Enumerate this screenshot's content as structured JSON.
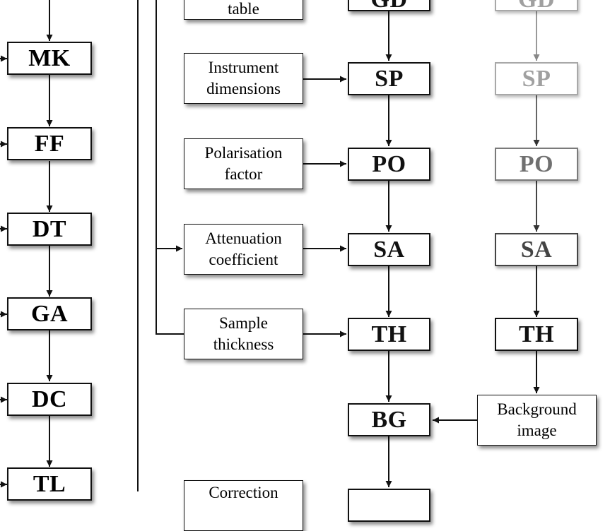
{
  "left_column": {
    "boxes": [
      "MK",
      "FF",
      "DT",
      "GA",
      "DC",
      "TL"
    ]
  },
  "middle_column": {
    "boxes": [
      "GD",
      "SP",
      "PO",
      "SA",
      "TH",
      "BG"
    ]
  },
  "right_column": {
    "boxes": [
      "GD",
      "SP",
      "PO",
      "SA",
      "TH"
    ]
  },
  "inputs": {
    "table": [
      "table"
    ],
    "instrument": [
      "Instrument",
      "dimensions"
    ],
    "polarisation": [
      "Polarisation",
      "factor"
    ],
    "attenuation": [
      "Attenuation",
      "coefficient"
    ],
    "thickness": [
      "Sample",
      "thickness"
    ],
    "background": [
      "Background",
      "image"
    ],
    "correction": [
      "Correction"
    ]
  }
}
